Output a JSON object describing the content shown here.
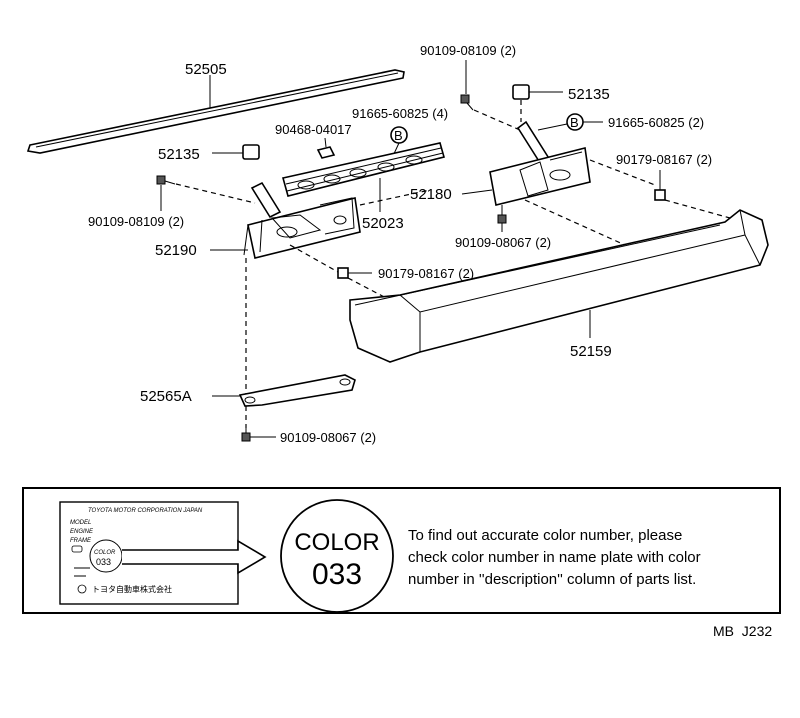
{
  "parts": {
    "molding": "52505",
    "bolt_top": "90109-08109 (2)",
    "retainer_top_right": "52135",
    "clip_B_left": "91665-60825 (4)",
    "clip_B_right": "91665-60825 (2)",
    "clip_center": "90468-04017",
    "retainer_left": "52135",
    "nut_right": "90179-08167 (2)",
    "bracket_right": "52180",
    "reinforcement": "52023",
    "bolt_left": "90109-08109 (2)",
    "bolt_right_lower": "90109-08067 (2)",
    "bracket_left": "52190",
    "nut_left": "90179-08167 (2)",
    "bumper_cover": "52159",
    "stay": "52565A",
    "bolt_bottom": "90109-08067 (2)",
    "callout_B": "B"
  },
  "color_note": {
    "plate_header": "TOYOTA MOTOR CORPORATION JAPAN",
    "plate_model": "MODEL",
    "plate_engine": "ENGINE",
    "plate_frame": "FRAME",
    "plate_color_word": "COLOR",
    "plate_color_code": "033",
    "plate_footer": "トヨタ自動車株式会社",
    "circle_word": "COLOR",
    "circle_code": "033",
    "line1": "To find out accurate color number, please",
    "line2": "check color number in name plate with color",
    "line3": "number in ''description'' column of parts list."
  },
  "footer_code": "MB  J232"
}
